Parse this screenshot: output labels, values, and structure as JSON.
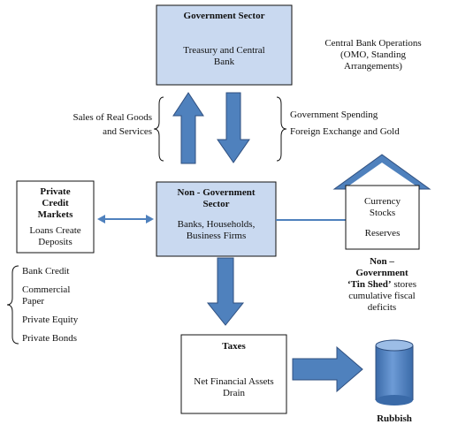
{
  "government_sector": {
    "title": "Government Sector",
    "line1": "Treasury and Central",
    "line2": "Bank"
  },
  "cb_operations": {
    "line1": "Central Bank Operations",
    "line2": "(OMO, Standing",
    "line3": "Arrangements)"
  },
  "left_flow": {
    "line1": "Sales of Real Goods",
    "line2": "and Services"
  },
  "right_flow": {
    "line1": "Government Spending",
    "line2": "Foreign Exchange and Gold"
  },
  "private_credit": {
    "title1": "Private",
    "title2": "Credit",
    "title3": "Markets",
    "line1": "Loans Create",
    "line2": "Deposits"
  },
  "non_government": {
    "title1": "Non - Government",
    "title2": "Sector",
    "line1": "Banks, Households,",
    "line2": "Business Firms"
  },
  "tin_shed": {
    "box1": "Currency",
    "box2": "Stocks",
    "box3": "Reserves",
    "caption1": "Non –",
    "caption2": "Government",
    "caption3_bold": "‘Tin Shed’",
    "caption3_rest": " stores",
    "caption4": "cumulative fiscal",
    "caption5": "deficits"
  },
  "credit_list": {
    "items": [
      "Bank Credit",
      "Commercial",
      "Paper",
      "Private Equity",
      "Private Bonds"
    ]
  },
  "taxes": {
    "title": "Taxes",
    "line1": "Net Financial Assets",
    "line2": "Drain"
  },
  "rubbish": {
    "label": "Rubbish"
  },
  "colors": {
    "box_fill": "#c9d9f0",
    "arrow_fill": "#4f81bd",
    "arrow_stroke": "#2f4f7f",
    "cylinder": "#4f81bd"
  }
}
